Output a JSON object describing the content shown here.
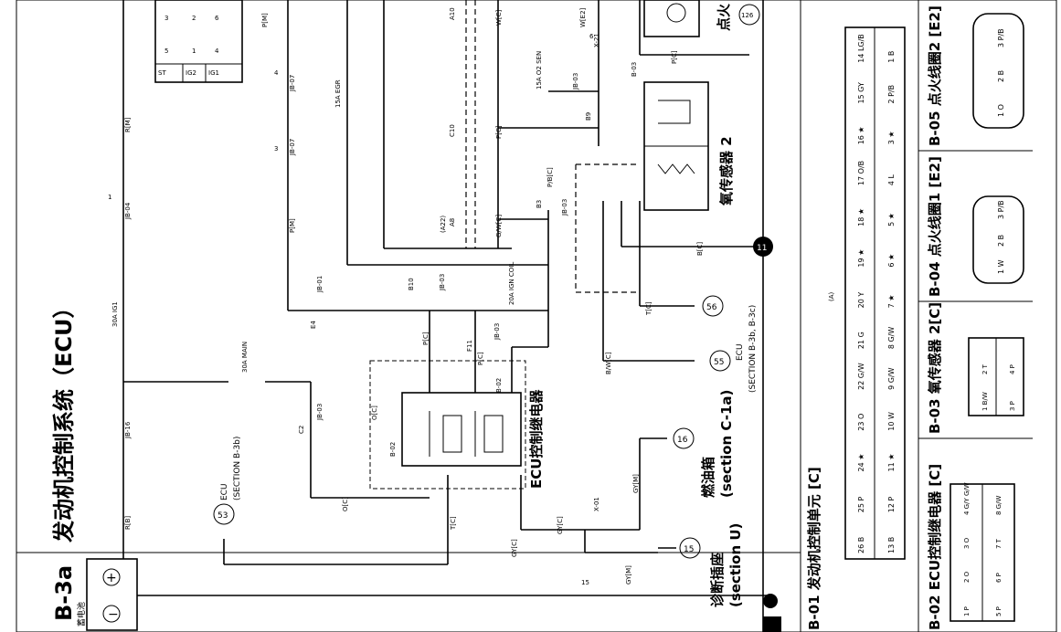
{
  "page": {
    "section_id": "B-3a",
    "title": "发动机控制系统（ECU）"
  },
  "components": {
    "battery": "蓄电池",
    "o2_sensor": "氧传感器 2",
    "ignition_label": "点火",
    "fuel_tank": "燃油箱",
    "fuel_tank_section": "(section C-1a)",
    "diag_socket": "诊断插座",
    "diag_socket_section": "(section U)",
    "ecu_relay": "ECU控制继电器"
  },
  "refs": {
    "r53": "53",
    "r53_label": "ECU",
    "r53_section": "(SECTION B-3b)",
    "r16": "16",
    "r15": "15",
    "r55": "55",
    "r56": "56",
    "r55_label": "ECU",
    "r55_section": "(SECTION B-3b, B-3c)",
    "r11": "11",
    "r126": "126"
  },
  "fuses": {
    "f30_ig1": "30A IG1",
    "f30_main": "30A MAIN",
    "f15_egr": "15A EGR",
    "f15_o2": "15A O2 SEN",
    "f20_ign": "20A IGN COIL"
  },
  "wires": {
    "rm": "R[M]",
    "rb": "R[B]",
    "pm1": "P[M]",
    "pm2": "P[M]",
    "oc1": "O[C]",
    "oc2": "O[C]",
    "tc1": "T[C]",
    "tc2": "T[C]",
    "pc1": "P[C]",
    "pc2": "P[C]",
    "pc3": "P[C]",
    "pc4": "P[C]",
    "gwc": "G/W[C]",
    "wc": "W[C]",
    "we2": "W[E2]",
    "pbc": "P/B[C]",
    "bc": "B[C]",
    "bwc": "B/W[C]",
    "gyc1": "GY[C]",
    "gyc2": "GY[C]",
    "gym1": "GY[M]",
    "gym2": "GY[M]"
  },
  "junctions": {
    "jb04": "JB-04",
    "jb16": "JB-16",
    "jb07a": "JB-07",
    "jb07b": "JB-07",
    "jb01": "JB-01",
    "jb03a": "JB-03",
    "jb03b": "JB-03",
    "jb03c": "JB-03",
    "jb03d": "JB-03",
    "jb03e": "JB-03",
    "b02a": "B-02",
    "b02b": "B-02",
    "b03a": "B-03",
    "x21": "X-21",
    "x01": "X-01"
  },
  "pins": {
    "a10": "A10",
    "c10": "C10",
    "a8": "A8",
    "a22": "(A22)",
    "b3": "B3",
    "b9": "B9",
    "b10": "B10",
    "e4": "E4",
    "f11": "F11",
    "c2": "C2",
    "n1": "1",
    "n3": "3",
    "n4": "4",
    "n6": "6",
    "n15": "15"
  },
  "switch": {
    "cells": [
      "ST",
      "IG2",
      "IG1",
      "5",
      "1",
      "4",
      "3",
      "2",
      "6"
    ]
  },
  "connectors": {
    "title_b01": "B-01 发动机控制单元 [C]",
    "label_a": "(A)",
    "b01_rows": [
      [
        "26 B",
        "25 P",
        "24 ★",
        "23 O",
        "22 G/W",
        "21 G",
        "20 Y",
        "19 ★",
        "18 ★",
        "17 O/B",
        "16 ★",
        "15 GY",
        "14 LG/B"
      ],
      [
        "13 B",
        "12 P",
        "11 ★",
        "10 W",
        "9 G/W",
        "8 G/W",
        "7 ★",
        "6 ★",
        "5 ★",
        "4 L",
        "3 ★",
        "2 P/B",
        "1 B"
      ]
    ],
    "title_b02": "B-02 ECU控制继电器 [C]",
    "b02_cells": [
      "1 P",
      "2 O",
      "3 O",
      "4 G/Y G/W",
      "5 P",
      "6 P",
      "7 T",
      "8 G/W"
    ],
    "title_b03": "B-03 氧传感器 2[C]",
    "b03_cells": [
      "1 B/W",
      "2 T",
      "3 P",
      "4 P"
    ],
    "title_b04": "B-04 点火线圈1 [E2]",
    "b04_cells": [
      "1 W",
      "2 B",
      "3 P/B"
    ],
    "title_b05": "B-05 点火线圈2 [E2]",
    "b05_cells": [
      "1 O",
      "2 B",
      "3 P/B"
    ]
  }
}
